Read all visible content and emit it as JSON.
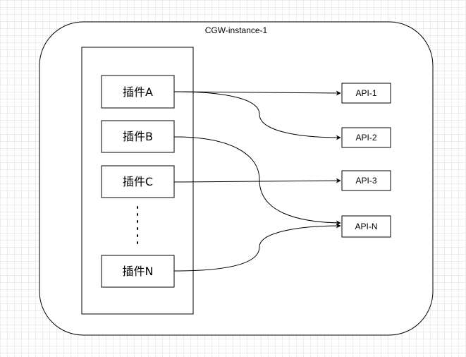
{
  "instance": {
    "title": "CGW-instance-1"
  },
  "plugins": [
    {
      "label": "插件A"
    },
    {
      "label": "插件B"
    },
    {
      "label": "插件C"
    },
    {
      "label": "插件N"
    }
  ],
  "apis": [
    {
      "label": "API-1"
    },
    {
      "label": "API-2"
    },
    {
      "label": "API-3"
    },
    {
      "label": "API-N"
    }
  ],
  "connections": [
    {
      "from": "插件A",
      "to": "API-1"
    },
    {
      "from": "插件A",
      "to": "API-2"
    },
    {
      "from": "插件B",
      "to": "API-N"
    },
    {
      "from": "插件C",
      "to": "API-3"
    },
    {
      "from": "插件N",
      "to": "API-N"
    }
  ],
  "colors": {
    "stroke": "#000000",
    "fill": "#ffffff",
    "grid": "#ececec"
  }
}
